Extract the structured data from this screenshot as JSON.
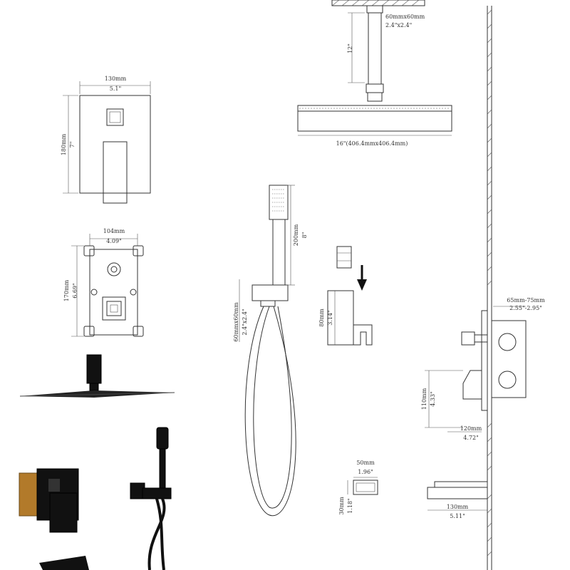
{
  "valve_plate": {
    "width_mm": "130mm",
    "width_in": "5.1\"",
    "height_mm": "180mm",
    "height_in": "7\""
  },
  "valve_body": {
    "width_mm": "104mm",
    "width_in": "4.09\"",
    "height_mm": "170mm",
    "height_in": "6.69\""
  },
  "ceiling_arm": {
    "base_mm": "60mmx60mm",
    "base_in": "2.4\"x2.4\"",
    "length_in": "12\""
  },
  "shower_head": {
    "size": "16\"(406.4mmx406.4mm)"
  },
  "hand_shower": {
    "length_mm": "200mm",
    "length_in": "8\"",
    "elbow_mm": "60mmx60mm",
    "elbow_in": "2.4\"x2.4\""
  },
  "holder": {
    "height_mm": "80mm",
    "height_in": "3.14\""
  },
  "wall_mount": {
    "depth_mm": "65mm-75mm",
    "depth_in": "2.55\"-2.95\"",
    "height_mm": "110mm",
    "height_in": "4.33\"",
    "width_mm": "120mm",
    "width_in": "4.72\""
  },
  "spout": {
    "width_mm": "130mm",
    "width_in": "5.11\""
  },
  "spout_end": {
    "width_mm": "50mm",
    "width_in": "1.96\"",
    "height_mm": "30mm",
    "height_in": "1.18\""
  }
}
